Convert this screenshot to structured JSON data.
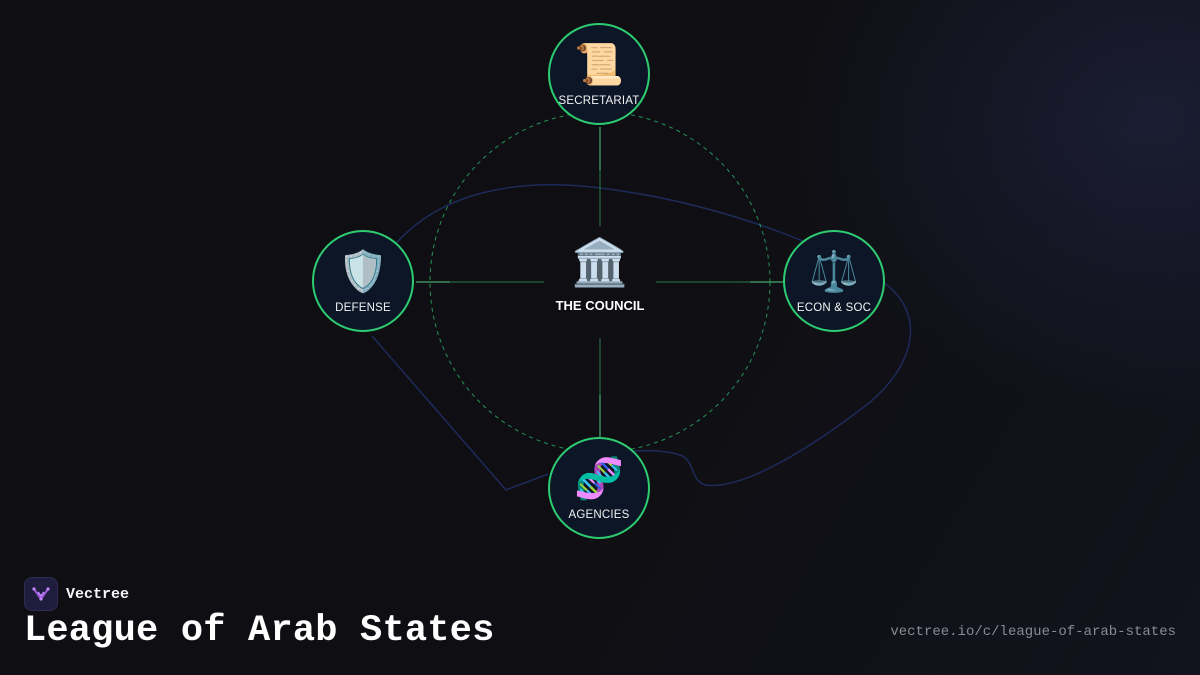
{
  "diagram": {
    "center": {
      "label": "THE COUNCIL",
      "icon": "classical-building-icon",
      "glyph": "🏛️"
    },
    "nodes": [
      {
        "id": "secretariat",
        "label": "SECRETARIAT",
        "icon": "scroll-icon",
        "glyph": "📜"
      },
      {
        "id": "defense",
        "label": "DEFENSE",
        "icon": "shield-icon",
        "glyph": "🛡️"
      },
      {
        "id": "econ-soc",
        "label": "ECON & SOC",
        "icon": "balance-scale-icon",
        "glyph": "⚖️"
      },
      {
        "id": "agencies",
        "label": "AGENCIES",
        "icon": "dna-icon",
        "glyph": "🧬"
      }
    ],
    "colors": {
      "node_border": "#2ecc71",
      "node_fill": "#0d1626",
      "orbit_ring": "#2ecc71",
      "connector": "#2a7a4c",
      "background_curve": "#1e2a5a"
    }
  },
  "branding": {
    "name": "Vectree",
    "logo_icon": "vectree-logo-icon"
  },
  "page": {
    "title": "League of Arab States",
    "source_url": "vectree.io/c/league-of-arab-states"
  }
}
